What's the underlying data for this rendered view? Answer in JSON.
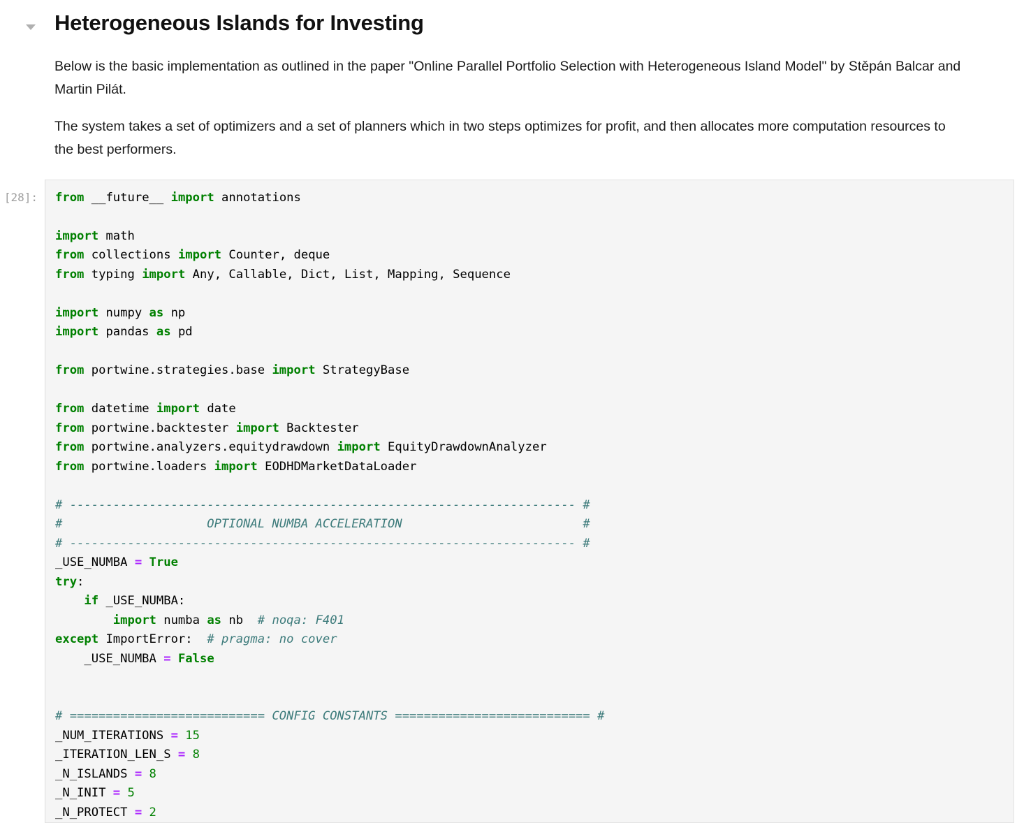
{
  "markdown": {
    "title": "Heterogeneous Islands for Investing",
    "paragraphs": [
      "Below is the basic implementation as outlined in the paper \"Online Parallel Portfolio Selection with Heterogeneous Island Model\" by Stěpán Balcar and Martin Pilát.",
      "The system takes a set of optimizers and a set of planners which in two steps optimizes for profit, and then allocates more computation resources to the best performers."
    ],
    "collapse_icon": "chevron-down-icon"
  },
  "code_cell": {
    "prompt": "[28]:",
    "background_color": "#f5f5f5",
    "border_color": "#e3e3e3",
    "syntax_colors": {
      "keyword": "#008000",
      "operator": "#AA22FF",
      "number": "#008000",
      "comment": "#3D7B7B",
      "text": "#000000",
      "prompt": "#9e9e9e"
    },
    "lines": [
      {
        "tokens": [
          {
            "t": "from",
            "c": "k"
          },
          {
            "t": " __future__ ",
            "c": "n"
          },
          {
            "t": "import",
            "c": "k"
          },
          {
            "t": " annotations",
            "c": "n"
          }
        ]
      },
      {
        "tokens": []
      },
      {
        "tokens": [
          {
            "t": "import",
            "c": "k"
          },
          {
            "t": " math",
            "c": "n"
          }
        ]
      },
      {
        "tokens": [
          {
            "t": "from",
            "c": "k"
          },
          {
            "t": " collections ",
            "c": "n"
          },
          {
            "t": "import",
            "c": "k"
          },
          {
            "t": " Counter, deque",
            "c": "n"
          }
        ]
      },
      {
        "tokens": [
          {
            "t": "from",
            "c": "k"
          },
          {
            "t": " typing ",
            "c": "n"
          },
          {
            "t": "import",
            "c": "k"
          },
          {
            "t": " Any, Callable, Dict, List, Mapping, Sequence",
            "c": "n"
          }
        ]
      },
      {
        "tokens": []
      },
      {
        "tokens": [
          {
            "t": "import",
            "c": "k"
          },
          {
            "t": " numpy ",
            "c": "n"
          },
          {
            "t": "as",
            "c": "ow"
          },
          {
            "t": " np",
            "c": "n"
          }
        ]
      },
      {
        "tokens": [
          {
            "t": "import",
            "c": "k"
          },
          {
            "t": " pandas ",
            "c": "n"
          },
          {
            "t": "as",
            "c": "ow"
          },
          {
            "t": " pd",
            "c": "n"
          }
        ]
      },
      {
        "tokens": []
      },
      {
        "tokens": [
          {
            "t": "from",
            "c": "k"
          },
          {
            "t": " portwine.strategies.base ",
            "c": "n"
          },
          {
            "t": "import",
            "c": "k"
          },
          {
            "t": " StrategyBase",
            "c": "n"
          }
        ]
      },
      {
        "tokens": []
      },
      {
        "tokens": [
          {
            "t": "from",
            "c": "k"
          },
          {
            "t": " datetime ",
            "c": "n"
          },
          {
            "t": "import",
            "c": "k"
          },
          {
            "t": " date",
            "c": "n"
          }
        ]
      },
      {
        "tokens": [
          {
            "t": "from",
            "c": "k"
          },
          {
            "t": " portwine.backtester ",
            "c": "n"
          },
          {
            "t": "import",
            "c": "k"
          },
          {
            "t": " Backtester",
            "c": "n"
          }
        ]
      },
      {
        "tokens": [
          {
            "t": "from",
            "c": "k"
          },
          {
            "t": " portwine.analyzers.equitydrawdown ",
            "c": "n"
          },
          {
            "t": "import",
            "c": "k"
          },
          {
            "t": " EquityDrawdownAnalyzer",
            "c": "n"
          }
        ]
      },
      {
        "tokens": [
          {
            "t": "from",
            "c": "k"
          },
          {
            "t": " portwine.loaders ",
            "c": "n"
          },
          {
            "t": "import",
            "c": "k"
          },
          {
            "t": " EODHDMarketDataLoader",
            "c": "n"
          }
        ]
      },
      {
        "tokens": []
      },
      {
        "tokens": [
          {
            "t": "# ---------------------------------------------------------------------- #",
            "c": "c1"
          }
        ]
      },
      {
        "tokens": [
          {
            "t": "#                    OPTIONAL NUMBA ACCELERATION                         #",
            "c": "c1"
          }
        ]
      },
      {
        "tokens": [
          {
            "t": "# ---------------------------------------------------------------------- #",
            "c": "c1"
          }
        ]
      },
      {
        "tokens": [
          {
            "t": "_USE_NUMBA ",
            "c": "n"
          },
          {
            "t": "=",
            "c": "o"
          },
          {
            "t": " ",
            "c": "n"
          },
          {
            "t": "True",
            "c": "kc"
          }
        ]
      },
      {
        "tokens": [
          {
            "t": "try",
            "c": "k"
          },
          {
            "t": ":",
            "c": "n"
          }
        ]
      },
      {
        "tokens": [
          {
            "t": "    ",
            "c": "n"
          },
          {
            "t": "if",
            "c": "k"
          },
          {
            "t": " _USE_NUMBA:",
            "c": "n"
          }
        ]
      },
      {
        "tokens": [
          {
            "t": "        ",
            "c": "n"
          },
          {
            "t": "import",
            "c": "k"
          },
          {
            "t": " numba ",
            "c": "n"
          },
          {
            "t": "as",
            "c": "ow"
          },
          {
            "t": " nb  ",
            "c": "n"
          },
          {
            "t": "# noqa: F401",
            "c": "c1"
          }
        ]
      },
      {
        "tokens": [
          {
            "t": "except",
            "c": "k"
          },
          {
            "t": " ImportError:  ",
            "c": "n"
          },
          {
            "t": "# pragma: no cover",
            "c": "c1"
          }
        ]
      },
      {
        "tokens": [
          {
            "t": "    _USE_NUMBA ",
            "c": "n"
          },
          {
            "t": "=",
            "c": "o"
          },
          {
            "t": " ",
            "c": "n"
          },
          {
            "t": "False",
            "c": "kc"
          }
        ]
      },
      {
        "tokens": []
      },
      {
        "tokens": []
      },
      {
        "tokens": [
          {
            "t": "# =========================== CONFIG CONSTANTS =========================== #",
            "c": "c1"
          }
        ]
      },
      {
        "tokens": [
          {
            "t": "_NUM_ITERATIONS ",
            "c": "n"
          },
          {
            "t": "=",
            "c": "o"
          },
          {
            "t": " ",
            "c": "n"
          },
          {
            "t": "15",
            "c": "mi"
          }
        ]
      },
      {
        "tokens": [
          {
            "t": "_ITERATION_LEN_S ",
            "c": "n"
          },
          {
            "t": "=",
            "c": "o"
          },
          {
            "t": " ",
            "c": "n"
          },
          {
            "t": "8",
            "c": "mi"
          }
        ]
      },
      {
        "tokens": [
          {
            "t": "_N_ISLANDS ",
            "c": "n"
          },
          {
            "t": "=",
            "c": "o"
          },
          {
            "t": " ",
            "c": "n"
          },
          {
            "t": "8",
            "c": "mi"
          }
        ]
      },
      {
        "tokens": [
          {
            "t": "_N_INIT ",
            "c": "n"
          },
          {
            "t": "=",
            "c": "o"
          },
          {
            "t": " ",
            "c": "n"
          },
          {
            "t": "5",
            "c": "mi"
          }
        ]
      },
      {
        "tokens": [
          {
            "t": "_N_PROTECT ",
            "c": "n"
          },
          {
            "t": "=",
            "c": "o"
          },
          {
            "t": " ",
            "c": "n"
          },
          {
            "t": "2",
            "c": "mi"
          }
        ]
      }
    ]
  }
}
